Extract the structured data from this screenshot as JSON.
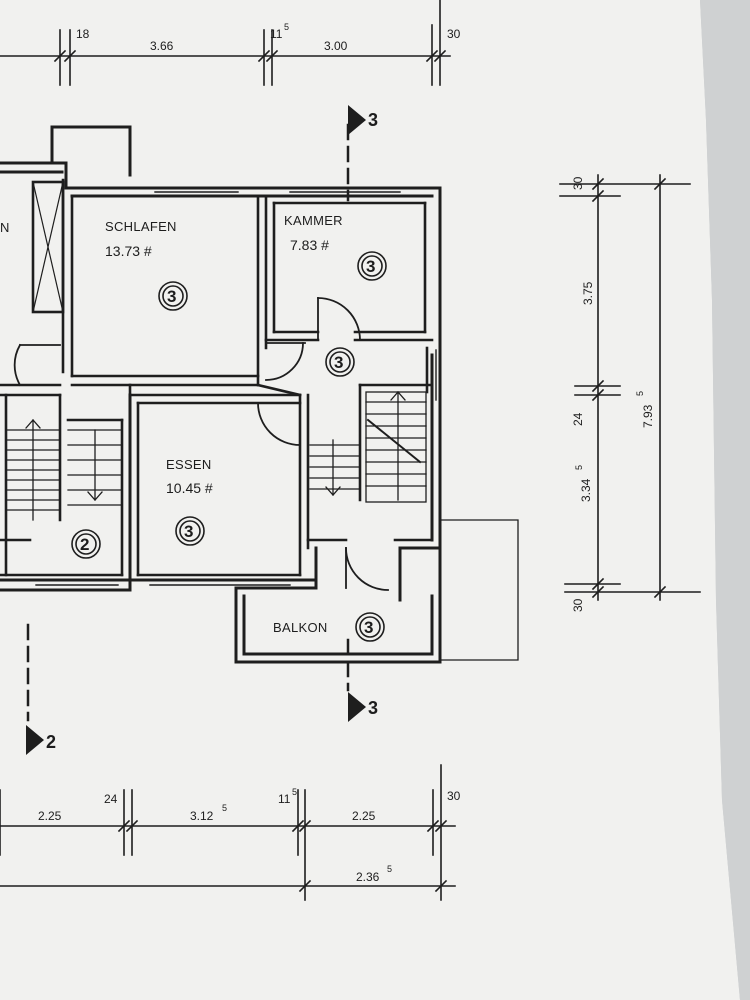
{
  "rooms": {
    "partial_left": "N",
    "schlafen": {
      "name": "SCHLAFEN",
      "area": "13.73 #"
    },
    "kammer": {
      "name": "KAMMER",
      "area": "7.83 #"
    },
    "essen": {
      "name": "ESSEN",
      "area": "10.45 #"
    },
    "balkon": {
      "name": "BALKON"
    }
  },
  "circle_markers": {
    "schlafen": "3",
    "kammer": "3",
    "hall": "3",
    "essen": "3",
    "balkon": "3",
    "left_stair": "2"
  },
  "section_markers": {
    "top": "3",
    "bottom": "3",
    "left": "2"
  },
  "dimensions": {
    "top": {
      "d1": "18",
      "d2": "3.66",
      "d3_base": "11",
      "d3_sup": "5",
      "d4": "3.00",
      "d5": "30"
    },
    "bottom": {
      "d1": "2.25",
      "d2": "24",
      "d3_base": "3.12",
      "d3_sup": "5",
      "d4_base": "11",
      "d4_sup": "5",
      "d5": "2.25",
      "d6": "30"
    },
    "bottom_total": {
      "base": "2.36",
      "sup": "5"
    },
    "right": {
      "d1": "30",
      "d2": "3.75",
      "d3": "24",
      "d4_base": "3.34",
      "d4_sup": "5",
      "d5": "30",
      "total_base": "7.93",
      "total_sup": "5"
    }
  }
}
